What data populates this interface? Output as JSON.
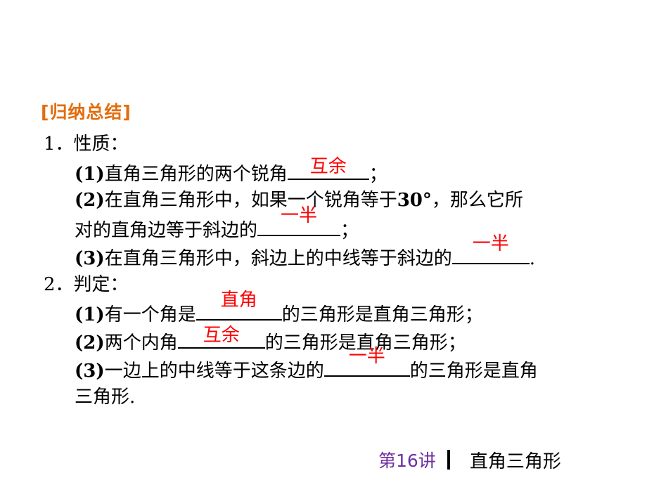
{
  "heading": "[归纳总结]",
  "s1": {
    "title": "1．性质：",
    "i1_num": "(1)",
    "i1_text": "直角三角形的两个锐角",
    "i1_ans": "互余",
    "i1_end": "；",
    "i2_num": "(2)",
    "i2_text_a": "在直角三角形中，如果一个锐角等于",
    "i2_deg": "30°",
    "i2_text_b": "，那么它所",
    "i2_text_c": "对的直角边等于斜边的",
    "i2_ans": "一半",
    "i2_end": "；",
    "i3_num": "(3)",
    "i3_text": "在直角三角形中，斜边上的中线等于斜边的",
    "i3_ans": "一半",
    "i3_end": "."
  },
  "s2": {
    "title": "2．判定：",
    "i1_num": "(1)",
    "i1_text_a": "有一个角是",
    "i1_ans": "直角",
    "i1_text_b": "的三角形是直角三角形；",
    "i2_num": "(2)",
    "i2_text_a": "两个内角",
    "i2_ans": "互余",
    "i2_text_b": "的三角形是直角三角形；",
    "i3_num": "(3)",
    "i3_text_a": "一边上的中线等于这条边的",
    "i3_ans": "一半",
    "i3_text_b": "的三角形是直角",
    "i3_text_c": "三角形."
  },
  "footer": {
    "lecture": "第16讲",
    "title": "直角三角形"
  },
  "colors": {
    "heading": "#e46c0a",
    "answer": "#ff0000",
    "footer_lecture": "#7030a0"
  }
}
